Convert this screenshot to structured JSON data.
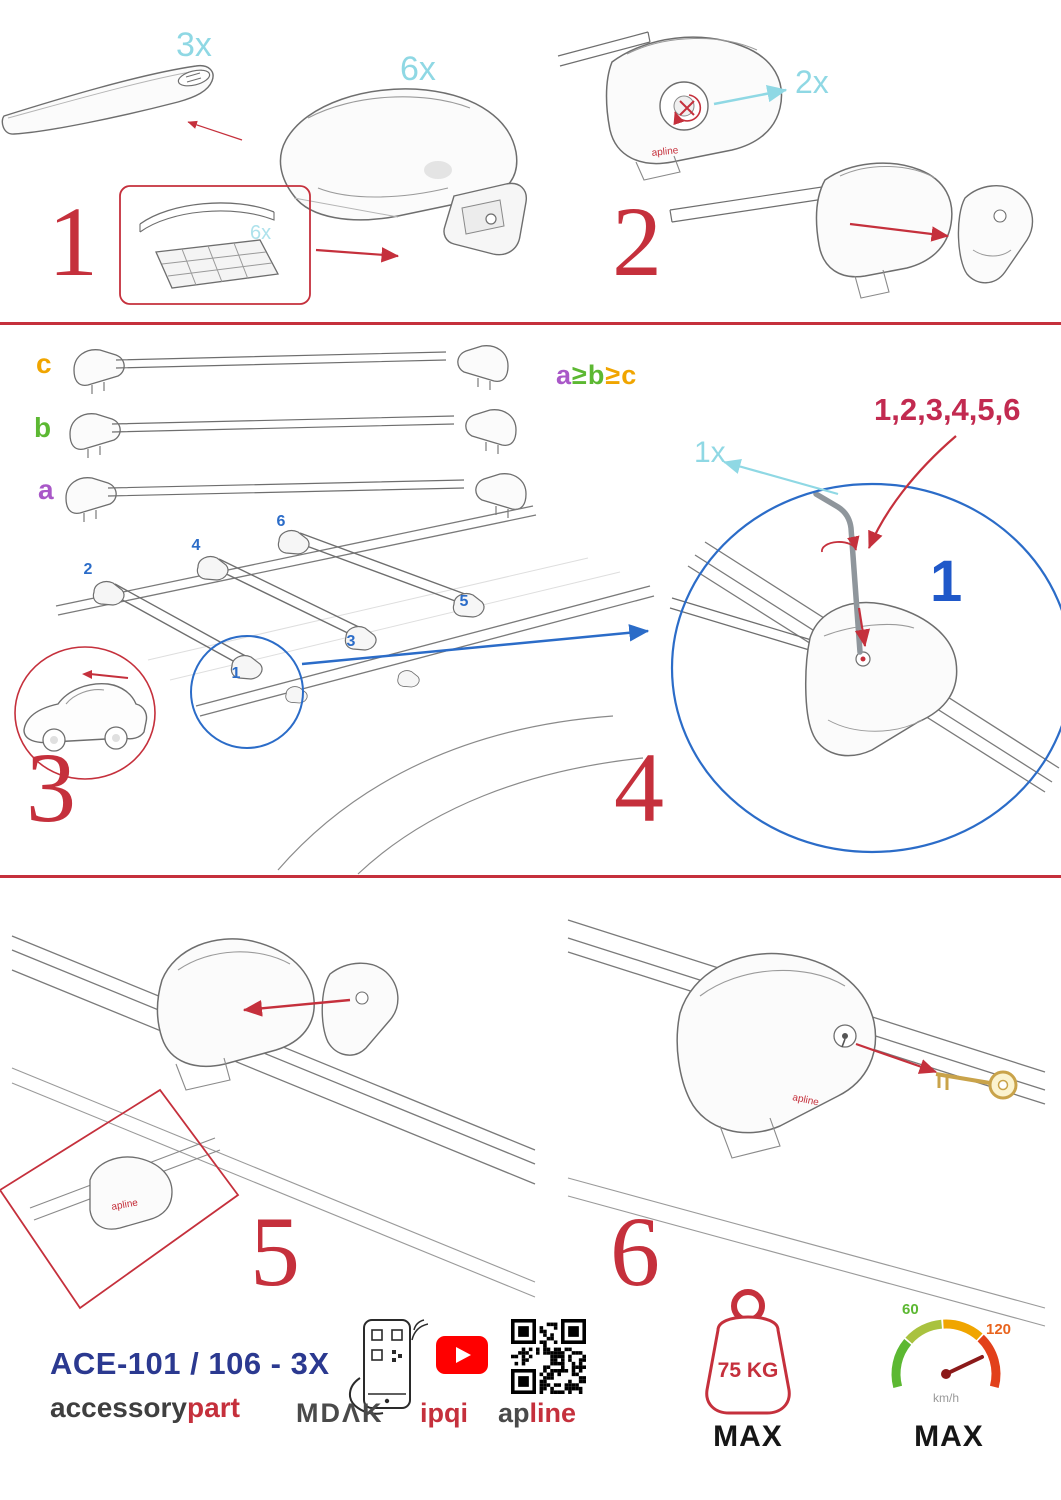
{
  "colors": {
    "red": "#C5303C",
    "blue": "#2B6CC8",
    "navy": "#2B3990",
    "cyan": "#8FD8E4",
    "orange": "#F0A500",
    "green": "#5CB832",
    "purple": "#A958C8",
    "magenta": "#C22A50"
  },
  "steps": {
    "n1": "1",
    "n2": "2",
    "n3": "3",
    "n4": "4",
    "n5": "5",
    "n6": "6"
  },
  "qty": {
    "bar": "3x",
    "foot": "6x",
    "pad": "6x",
    "lock": "2x",
    "key": "1x"
  },
  "bars": {
    "a": "a",
    "b": "b",
    "c": "c",
    "ge": "≥"
  },
  "car_positions": {
    "p1": "1",
    "p2": "2",
    "p3": "3",
    "p4": "4",
    "p5": "5",
    "p6": "6"
  },
  "tighten": {
    "sequence": "1,2,3,4,5,6",
    "first": "1"
  },
  "brand_mark": "apline",
  "footer": {
    "model": "ACE-101 / 106 - 3X",
    "brand_accessory": "accessory",
    "brand_part": "part",
    "brand_mdak": "MDΛK",
    "brand_ipqi": "ipqi",
    "brand_ap": "ap",
    "brand_line": "line",
    "weight_value": "75 KG",
    "weight_max": "MAX",
    "speed_min": "60",
    "speed_max_label": "120",
    "speed_unit": "km/h",
    "speed_max": "MAX"
  }
}
